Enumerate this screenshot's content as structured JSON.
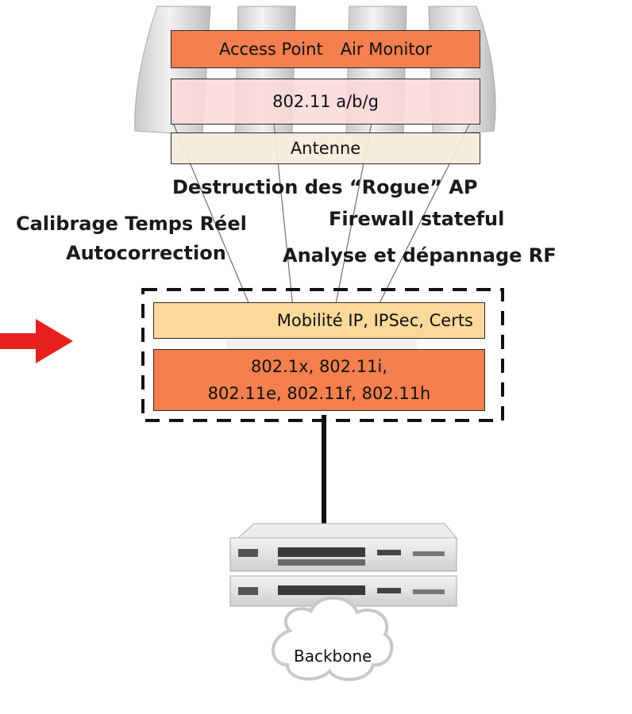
{
  "access_point": {
    "roles_left": "Access Point",
    "roles_right": "Air Monitor",
    "standard": "802.11 a/b/g",
    "antenna": "Antenne"
  },
  "features": {
    "rogue": "Destruction des “Rogue” AP",
    "calibrage": "Calibrage Temps Réel",
    "firewall": "Firewall stateful",
    "autocorrection": "Autocorrection",
    "analyse": "Analyse et dépannage RF"
  },
  "switch_box": {
    "mobility": "Mobilité IP, IPSec, Certs",
    "standards_line1": "802.1x,  802.11i,",
    "standards_line2": "802.11e, 802.11f, 802.11h"
  },
  "backbone": {
    "label": "Backbone"
  },
  "colors": {
    "orange": "#f47f4f",
    "pink": "#fbd9d9",
    "beige": "#f5ecdc",
    "yellow": "#fad99a",
    "arrow": "#e82020"
  }
}
